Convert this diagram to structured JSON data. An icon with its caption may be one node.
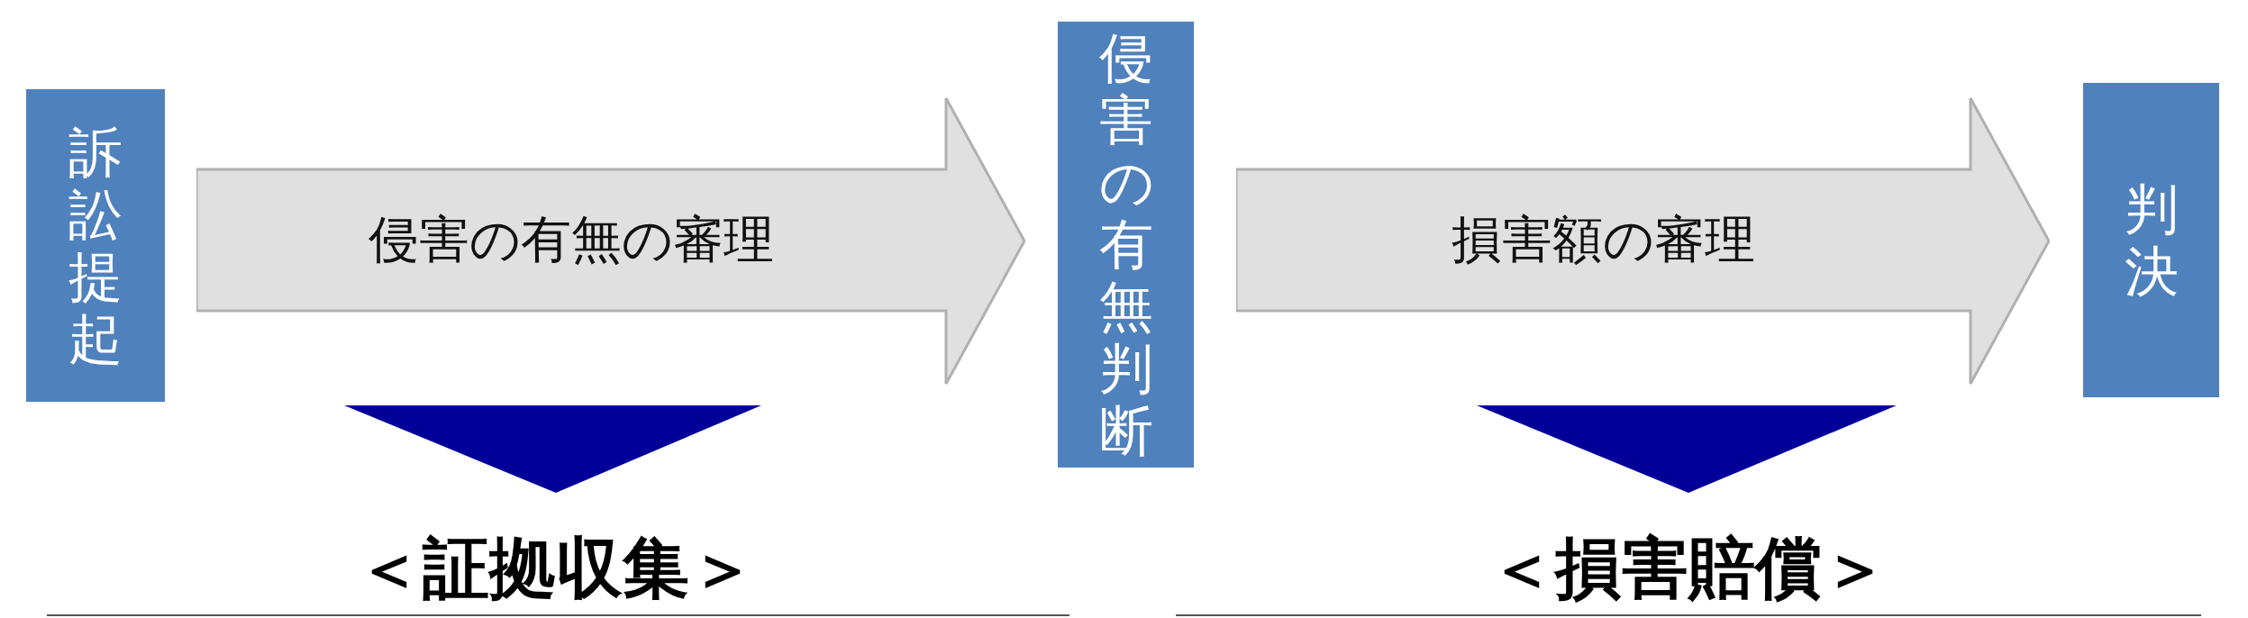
{
  "diagram": {
    "nodes": [
      {
        "text": [
          "訴訟提起"
        ]
      },
      {
        "text": [
          "侵害の有無の審理"
        ]
      },
      {
        "text": [
          "侵害の有無判断"
        ]
      },
      {
        "text": [
          "損害額の審理"
        ]
      },
      {
        "text": [
          "判決"
        ]
      }
    ],
    "labels": [
      "＜証拠収集＞",
      "＜損害賠償＞"
    ]
  }
}
